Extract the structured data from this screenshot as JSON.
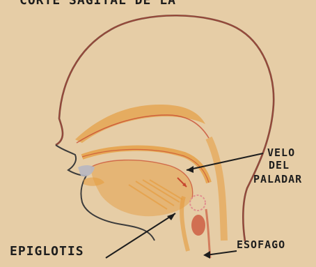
{
  "heading_partial": "CORTE SAGITAL DE LA",
  "labels": {
    "velo_line1": "VELO",
    "velo_line2": "DEL",
    "velo_line3": "PALADAR",
    "epiglotis": "EPIGLOTIS",
    "esofago": "ESOFAGO"
  },
  "colors": {
    "paper": "#ead2ad",
    "ink": "#1d1d1d",
    "orange": "#e59a3a",
    "red": "#c7472f",
    "pink": "#e08f8f"
  }
}
